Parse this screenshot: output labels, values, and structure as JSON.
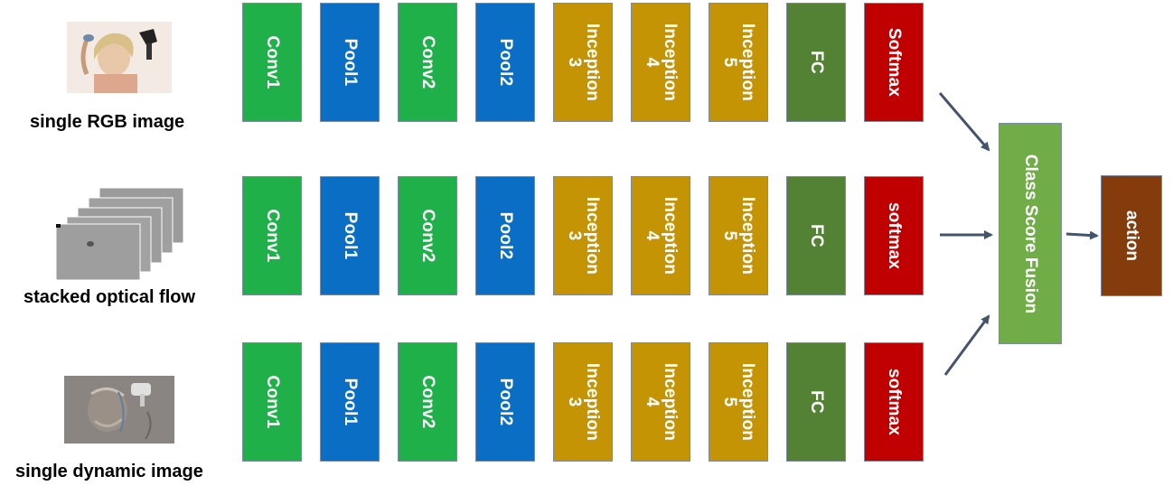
{
  "rows": [
    {
      "caption": "single RGB image",
      "thumbnail_icon": "rgb-image-thumbnail",
      "layers": [
        {
          "label": "Conv1",
          "kind": "conv"
        },
        {
          "label": "Pool1",
          "kind": "pool"
        },
        {
          "label": "Conv2",
          "kind": "conv"
        },
        {
          "label": "Pool2",
          "kind": "pool"
        },
        {
          "label": "Inception\n3",
          "kind": "inception"
        },
        {
          "label": "Inception\n4",
          "kind": "inception"
        },
        {
          "label": "Inception\n5",
          "kind": "inception"
        },
        {
          "label": "FC",
          "kind": "fc"
        },
        {
          "label": "Softmax",
          "kind": "softmax"
        }
      ]
    },
    {
      "caption": "stacked optical flow",
      "thumbnail_icon": "optical-flow-stack-thumbnail",
      "layers": [
        {
          "label": "Conv1",
          "kind": "conv"
        },
        {
          "label": "Pool1",
          "kind": "pool"
        },
        {
          "label": "Conv2",
          "kind": "conv"
        },
        {
          "label": "Pool2",
          "kind": "pool"
        },
        {
          "label": "Inception\n3",
          "kind": "inception"
        },
        {
          "label": "Inception\n4",
          "kind": "inception"
        },
        {
          "label": "Inception\n5",
          "kind": "inception"
        },
        {
          "label": "FC",
          "kind": "fc"
        },
        {
          "label": "softmax",
          "kind": "softmax"
        }
      ]
    },
    {
      "caption": "single dynamic image",
      "thumbnail_icon": "dynamic-image-thumbnail",
      "layers": [
        {
          "label": "Conv1",
          "kind": "conv"
        },
        {
          "label": "Pool1",
          "kind": "pool"
        },
        {
          "label": "Conv2",
          "kind": "conv"
        },
        {
          "label": "Pool2",
          "kind": "pool"
        },
        {
          "label": "Inception\n3",
          "kind": "inception"
        },
        {
          "label": "Inception\n4",
          "kind": "inception"
        },
        {
          "label": "Inception\n5",
          "kind": "inception"
        },
        {
          "label": "FC",
          "kind": "fc"
        },
        {
          "label": "softmax",
          "kind": "softmax"
        }
      ]
    }
  ],
  "fusion": {
    "label": "Class Score Fusion"
  },
  "output": {
    "label": "action"
  },
  "colors": {
    "conv": "#1fb04a",
    "pool": "#0a6ec4",
    "inception": "#c59405",
    "fc": "#548235",
    "softmax": "#c00000",
    "fusion": "#70ad47",
    "action": "#843c0c",
    "arrow": "#44546a"
  }
}
